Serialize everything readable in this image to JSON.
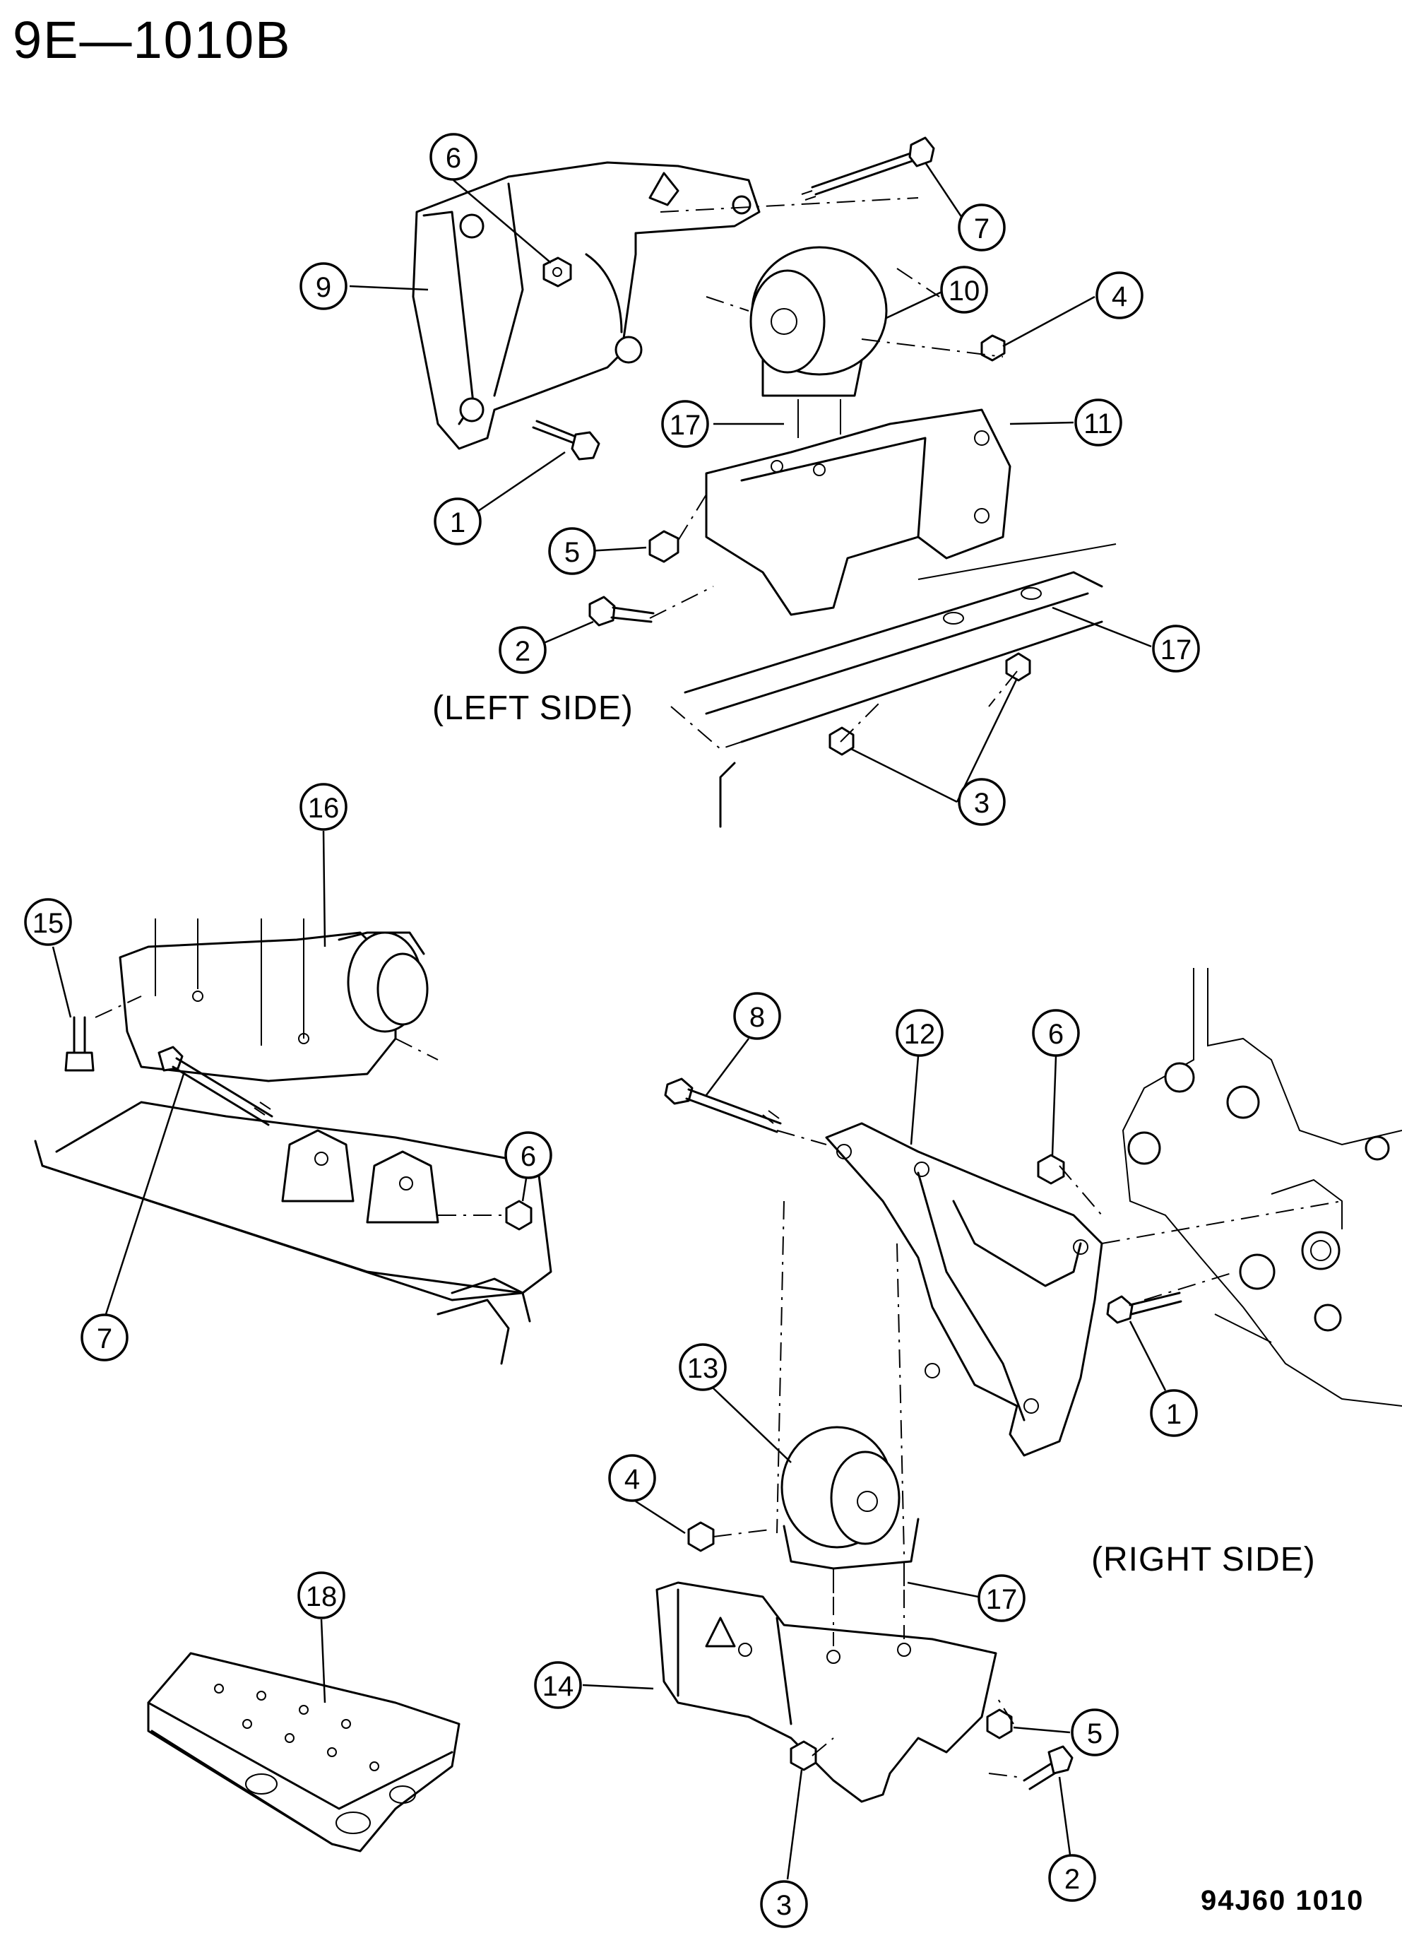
{
  "header": {
    "page_id": "9E—1010B"
  },
  "labels": {
    "left_side": "(LEFT SIDE)",
    "right_side": "(RIGHT SIDE)"
  },
  "footer": {
    "code": "94J60  1010"
  },
  "callouts": {
    "c6_top": "6",
    "c9": "9",
    "c7_top": "7",
    "c10": "10",
    "c4_top": "4",
    "c17_top": "17",
    "c11": "11",
    "c1_top": "1",
    "c5_top": "5",
    "c2_top": "2",
    "c17_rail": "17",
    "c3_top": "3",
    "c16": "16",
    "c15": "15",
    "c6_mid": "6",
    "c7_mid": "7",
    "c8": "8",
    "c12": "12",
    "c6_right": "6",
    "c1_right": "1",
    "c13": "13",
    "c4_bot": "4",
    "c17_bot": "17",
    "c14": "14",
    "c5_bot": "5",
    "c2_bot": "2",
    "c3_bot": "3",
    "c18": "18"
  }
}
